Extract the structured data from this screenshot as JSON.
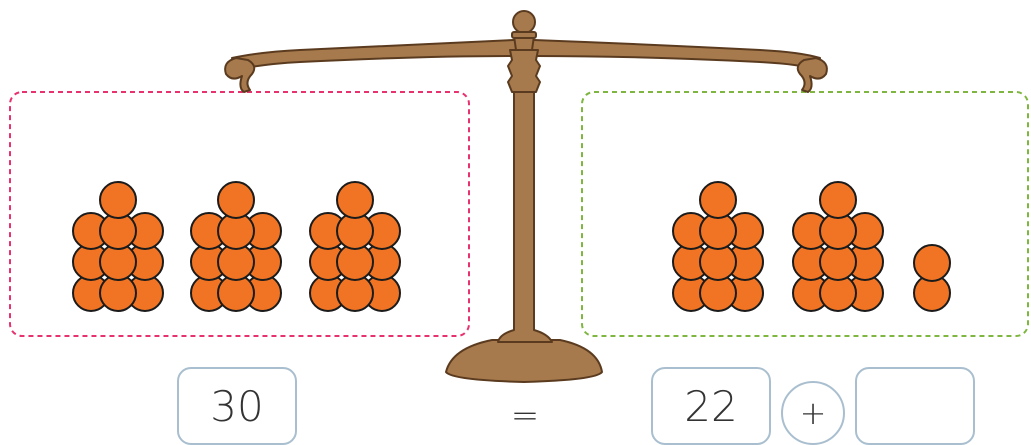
{
  "colors": {
    "scale": "#a67a4c",
    "scale_outline": "#5b3b1f",
    "counter": "#f07423",
    "counter_outline": "#1b1b1b",
    "left_pan_border": "#e8326e",
    "right_pan_border": "#7fb640",
    "box_border": "#a9bfcf"
  },
  "left_pan": {
    "groups": [
      {
        "counters": 10
      },
      {
        "counters": 10
      },
      {
        "counters": 10
      }
    ]
  },
  "right_pan": {
    "groups": [
      {
        "counters": 10
      },
      {
        "counters": 10
      },
      {
        "counters": 2
      }
    ]
  },
  "equation": {
    "left_value": "30",
    "equals_sign": "=",
    "right_value": "22",
    "plus_sign": "+",
    "answer_value": ""
  }
}
